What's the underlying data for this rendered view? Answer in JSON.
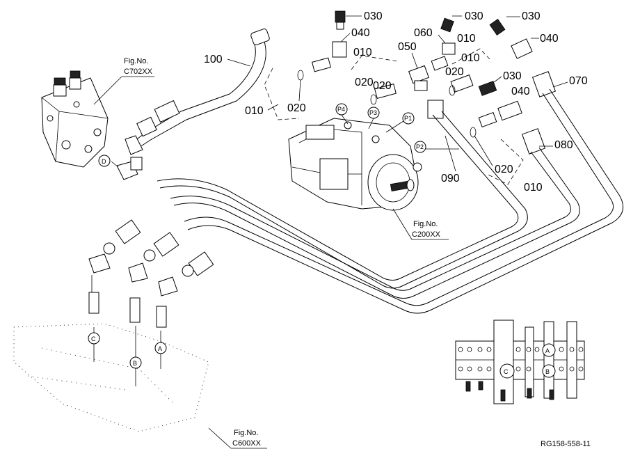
{
  "drawing_code": "RG158-558-11",
  "fig_refs": [
    {
      "id": "c702",
      "label": "Fig.No.",
      "number": "C702XX"
    },
    {
      "id": "c200",
      "label": "Fig.No.",
      "number": "C200XX"
    },
    {
      "id": "c600",
      "label": "Fig.No.",
      "number": "C600XX"
    }
  ],
  "part_callouts": [
    "100",
    "030",
    "040",
    "010",
    "030",
    "060",
    "010",
    "050",
    "030",
    "040",
    "010",
    "020",
    "020",
    "030",
    "040",
    "070",
    "010",
    "020",
    "020",
    "080",
    "090",
    "020",
    "010"
  ],
  "ports": [
    "P4",
    "P3",
    "P1",
    "P2"
  ],
  "connections": [
    "D",
    "C",
    "B",
    "A",
    "A",
    "C",
    "B"
  ]
}
